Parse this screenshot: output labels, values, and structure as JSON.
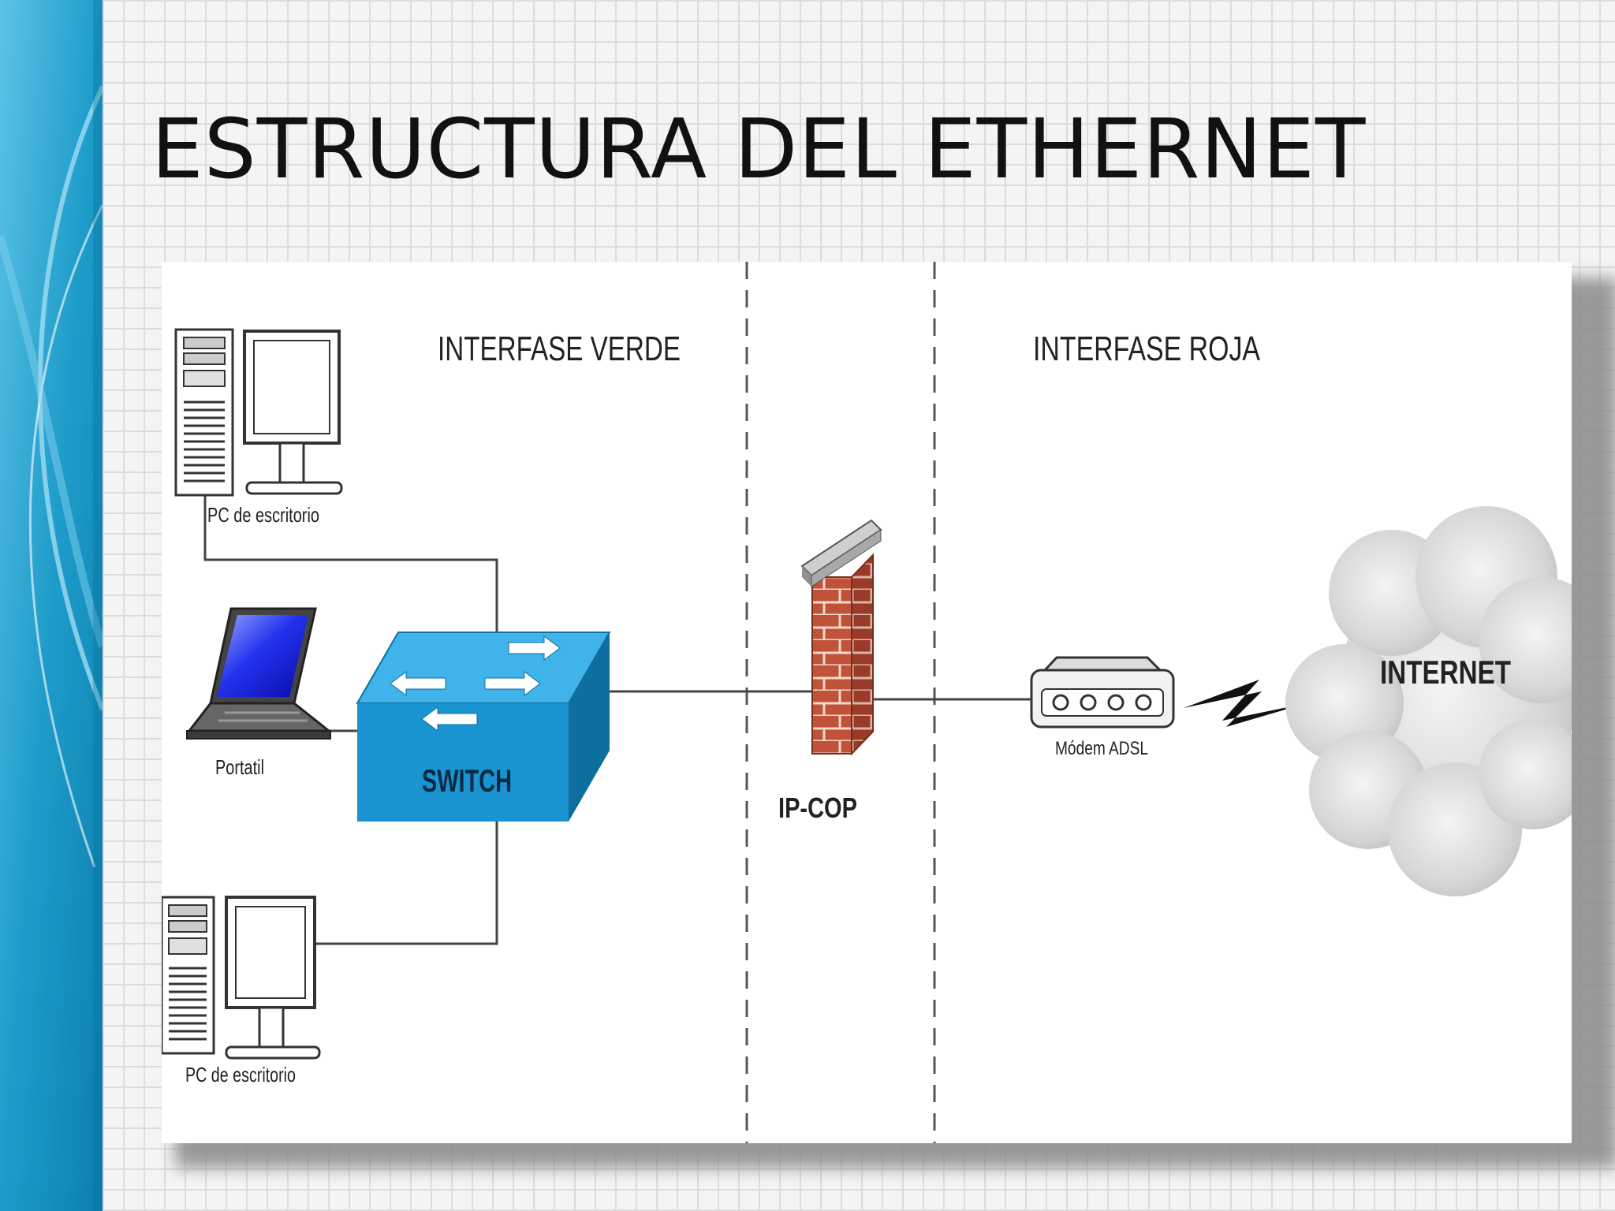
{
  "slide": {
    "title": "ESTRUCTURA DEL ETHERNET"
  },
  "diagram": {
    "zone_green_label": "INTERFASE VERDE",
    "zone_red_label": "INTERFASE ROJA",
    "nodes": {
      "pc_top": "PC de escritorio",
      "laptop": "Portatil",
      "switch": "SWITCH",
      "pc_bottom": "PC de escritorio",
      "firewall": "IP-COP",
      "modem": "Módem ADSL",
      "internet": "INTERNET"
    }
  },
  "colors": {
    "side_band": "#1e9cc9",
    "switch_blue": "#1a93d1",
    "firewall_brick": "#c0523a",
    "cloud_gray": "#d6d6d6"
  }
}
